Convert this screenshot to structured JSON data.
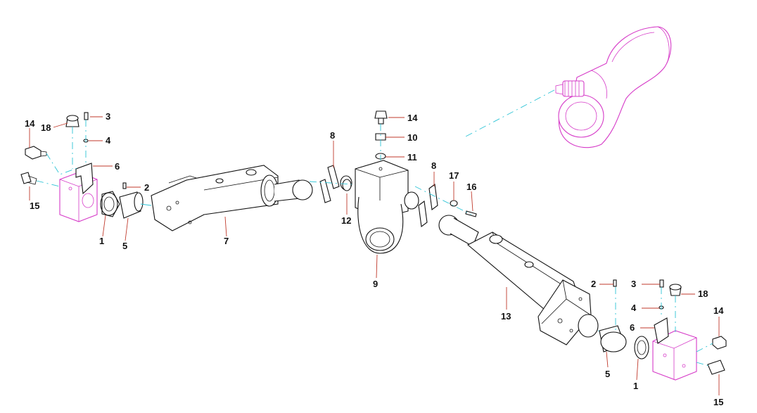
{
  "callouts": {
    "c14a": "14",
    "c18a": "18",
    "c3a": "3",
    "c4a": "4",
    "c6a": "6",
    "c2a": "2",
    "c15a": "15",
    "c1a": "1",
    "c5a": "5",
    "c7": "7",
    "c8a": "8",
    "c14b": "14",
    "c10": "10",
    "c11": "11",
    "c12": "12",
    "c9": "9",
    "c8b": "8",
    "c17": "17",
    "c16": "16",
    "c13": "13",
    "c2b": "2",
    "c3b": "3",
    "c4b": "4",
    "c18b": "18",
    "c6b": "6",
    "c14c": "14",
    "c5b": "5",
    "c1b": "1",
    "c15b": "15"
  },
  "colors": {
    "leader": "#c0392b",
    "axis": "#2ec4d6",
    "outline": "#111111",
    "housing": "#d63bc8"
  }
}
